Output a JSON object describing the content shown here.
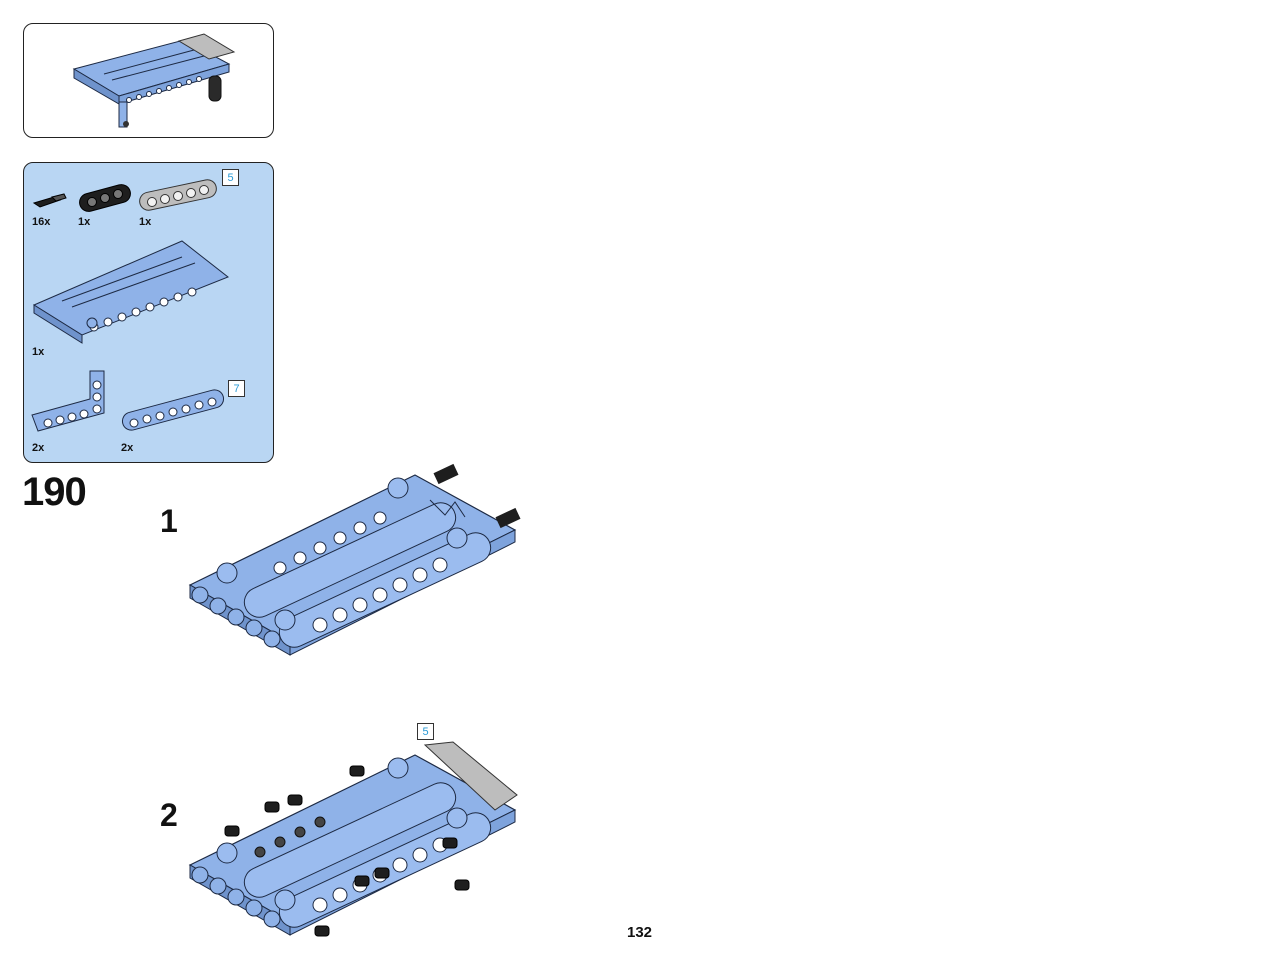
{
  "page": {
    "step_number": "190",
    "page_number": "132"
  },
  "parts_list": {
    "items": [
      {
        "quantity": "16x",
        "part": "axle-pin"
      },
      {
        "quantity": "1x",
        "part": "black-beam-3"
      },
      {
        "quantity": "1x",
        "part": "gray-beam-5",
        "length": "5"
      },
      {
        "quantity": "1x",
        "part": "blue-panel-frame"
      },
      {
        "quantity": "2x",
        "part": "blue-l-beam"
      },
      {
        "quantity": "2x",
        "part": "blue-beam-7",
        "length": "7"
      }
    ]
  },
  "sub_steps": [
    {
      "label": "1"
    },
    {
      "label": "2",
      "length": "5"
    }
  ],
  "colors": {
    "brick_blue": "#8fb2e8",
    "brick_blue_dark": "#6f93cc",
    "parts_panel_bg": "#b9d6f3",
    "gray_beam": "#bdbdbd",
    "black_part": "#1e1e1e",
    "length_badge_text": "#2a9ad6"
  }
}
